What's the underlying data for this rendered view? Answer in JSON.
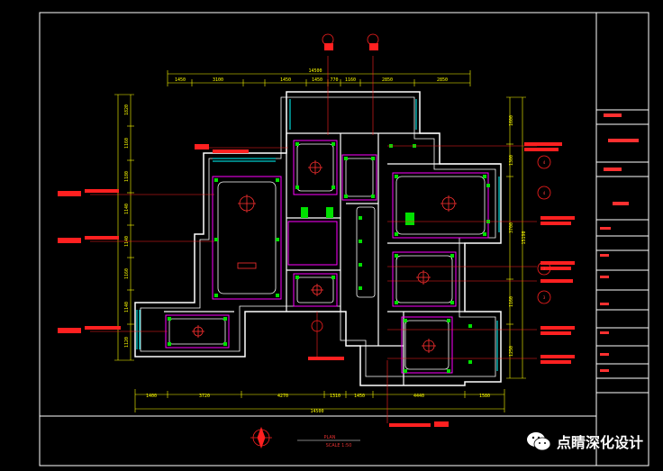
{
  "title_block": {
    "rows": [
      "",
      "",
      "",
      "",
      "",
      "",
      "",
      "",
      "",
      "",
      "",
      ""
    ]
  },
  "plan_title": {
    "label": "PLAN",
    "scale": "SCALE 1:50"
  },
  "dimensions": {
    "top_overall": "14500",
    "top_segments": [
      "1450",
      "3100",
      "",
      "1450",
      "1450",
      "770",
      "1160",
      "2850",
      "2850"
    ],
    "bottom_overall": "14500",
    "bottom_segments": [
      "1400",
      "3720",
      "4270",
      "1310",
      "1450",
      "4440",
      "1580"
    ],
    "left_segments": [
      "1820",
      "1160",
      "1180",
      "1140",
      "1140",
      "1160",
      "1140",
      "1120"
    ],
    "right_segments": [
      "1600",
      "1300",
      "3700",
      "1160",
      "1250"
    ],
    "right_overall": "15190"
  },
  "callouts": {
    "left": [
      "",
      "",
      "",
      ""
    ],
    "right": [
      "",
      "",
      "",
      "",
      "",
      "",
      ""
    ],
    "section_marks": [
      "4",
      "4",
      "3",
      "3"
    ]
  },
  "watermark": {
    "text": "点睛深化设计",
    "icon": "wechat-icon"
  },
  "colors": {
    "background": "#000000",
    "frame": "#ffffff",
    "walls": "#ffffff",
    "dimension": "#ffff00",
    "callout": "#ff2020",
    "ceiling": "#ff00ff",
    "lights": "#00e000",
    "window": "#00ffff"
  }
}
